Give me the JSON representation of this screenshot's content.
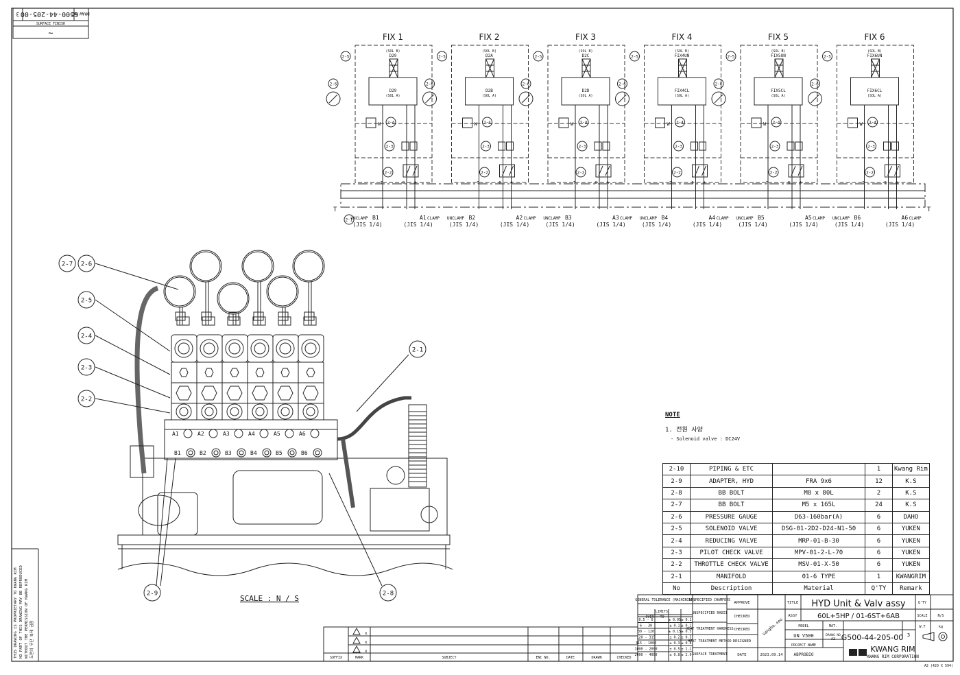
{
  "top_box": {
    "drawing_no": "G500-44-205-00",
    "rev": "3",
    "label": "DRAW NO",
    "surface_finish": "SURFACE FINISH",
    "finish_symbol": "∼"
  },
  "fixtures": [
    {
      "label": "FIX 1",
      "sol_b": "D29",
      "sol_a": "D29",
      "unclamp": "UNCLAMP",
      "unclamp_port": "B1",
      "clamp_port": "A1",
      "clamp": "CLAMP",
      "jis": "(JIS 1/4)"
    },
    {
      "label": "FIX 2",
      "sol_b": "D2A",
      "sol_a": "D2B",
      "unclamp": "UNCLAMP",
      "unclamp_port": "B2",
      "clamp_port": "A2",
      "clamp": "CLAMP",
      "jis": "(JIS 1/4)"
    },
    {
      "label": "FIX 3",
      "sol_b": "D2C",
      "sol_a": "D2D",
      "unclamp": "UNCLAMP",
      "unclamp_port": "B3",
      "clamp_port": "A3",
      "clamp": "CLAMP",
      "jis": "(JIS 1/4)"
    },
    {
      "label": "FIX 4",
      "sol_b": "FIX4UN",
      "sol_a": "FIX4CL",
      "unclamp": "UNCLAMP",
      "unclamp_port": "B4",
      "clamp_port": "A4",
      "clamp": "CLAMP",
      "jis": "(JIS 1/4)"
    },
    {
      "label": "FIX 5",
      "sol_b": "FIX5UN",
      "sol_a": "FIX5CL",
      "unclamp": "UNCLAMP",
      "unclamp_port": "B5",
      "clamp_port": "A5",
      "clamp": "CLAMP",
      "jis": "(JIS 1/4)"
    },
    {
      "label": "FIX 6",
      "sol_b": "FIX6UN",
      "sol_a": "FIX6CL",
      "unclamp": "UNCLAMP",
      "unclamp_port": "B6",
      "clamp_port": "A6",
      "clamp": "CLAMP",
      "jis": "(JIS 1/4)"
    }
  ],
  "schematic_labels": {
    "sol_b_prefix": "(SOL B)",
    "sol_a_suffix": "(SOL A)",
    "tank": "T",
    "manifold_tag": "2-1",
    "tags": [
      "2-5",
      "2-6",
      "2-4",
      "2-3",
      "2-2"
    ]
  },
  "assembly_callouts": [
    "2-7",
    "2-6",
    "2-5",
    "2-4",
    "2-3",
    "2-2",
    "2-1",
    "2-9",
    "2-8"
  ],
  "port_labels_a": [
    "A1",
    "A2",
    "A3",
    "A4",
    "A5",
    "A6"
  ],
  "port_labels_b": [
    "B1",
    "B2",
    "B3",
    "B4",
    "B5",
    "B6"
  ],
  "scale_label": "SCALE : N / S",
  "note": {
    "title": "NOTE",
    "line1": "1. 전원 사양",
    "line2": "- Solenoid valve : DC24V"
  },
  "bom": [
    {
      "no": "2-10",
      "desc": "PIPING & ETC",
      "mat": "",
      "qty": "1",
      "remark": "Kwang Rim"
    },
    {
      "no": "2-9",
      "desc": "ADAPTER, HYD",
      "mat": "FRA 9x6",
      "qty": "12",
      "remark": "K.S"
    },
    {
      "no": "2-8",
      "desc": "BB BOLT",
      "mat": "M8 x 80L",
      "qty": "2",
      "remark": "K.S"
    },
    {
      "no": "2-7",
      "desc": "BB BOLT",
      "mat": "M5 x 165L",
      "qty": "24",
      "remark": "K.S"
    },
    {
      "no": "2-6",
      "desc": "PRESSURE GAUGE",
      "mat": "D63-160bar(A)",
      "qty": "6",
      "remark": "DAHO"
    },
    {
      "no": "2-5",
      "desc": "SOLENOID VALVE",
      "mat": "DSG-01-2D2-D24-N1-50",
      "qty": "6",
      "remark": "YUKEN"
    },
    {
      "no": "2-4",
      "desc": "REDUCING VALVE",
      "mat": "MRP-01-B-30",
      "qty": "6",
      "remark": "YUKEN"
    },
    {
      "no": "2-3",
      "desc": "PILOT CHECK VALVE",
      "mat": "MPV-01-2-L-70",
      "qty": "6",
      "remark": "YUKEN"
    },
    {
      "no": "2-2",
      "desc": "THROTTLE CHECK VALVE",
      "mat": "MSV-01-X-50",
      "qty": "6",
      "remark": "YUKEN"
    },
    {
      "no": "2-1",
      "desc": "MANIFOLD",
      "mat": "01-6 TYPE",
      "qty": "1",
      "remark": "KWANGRIM"
    }
  ],
  "bom_header": {
    "no": "No",
    "desc": "Description",
    "mat": "Material",
    "qty": "Q'TY",
    "remark": "Remark"
  },
  "title_block": {
    "general_tol": "GENERAL TOLERANCE (MACHINING)",
    "unspec_chamfers": "UNSPECIFIED CHAMFERS",
    "unspec_radii": "UNSPECIFIED RADII",
    "heat_hardness": "HEAT TREATMENT HARDNESS",
    "heat_method": "HEAT TREATMENT METHOD",
    "surface_treatment": "SURFACE TREATMENT",
    "approve": "APPROVE",
    "checked": "CHECKED",
    "designed": "DESIGNED",
    "date_label": "DATE",
    "date": "2023.09.14",
    "title_label": "TITLE",
    "title": "HYD Unit & Valv assy",
    "assy_label": "ASSY",
    "assy": "60L+5HP / 01-6ST+6AB",
    "model_label": "MODEL",
    "model": "UN V500",
    "mat_label": "MAT.",
    "project_label": "PROJECT NAME",
    "project": "ABPROBIO",
    "drawing_no_label": "DRAWG NO",
    "drawing_size": "A2",
    "drawing_no": "G500-44-205-00",
    "rev": "3",
    "qty_label": "Q'TY",
    "scale_label": "SCALE",
    "scale": "N/S",
    "wt_label": "W.T",
    "wt_unit": "kg",
    "company": "KWANG RIM",
    "company_sub": "KWANG RIM CORPORATION",
    "signature": "sangho.seo",
    "sheet_size": "A2 (420 X 594)",
    "limits": "LIMITS",
    "over_to": "OVER - TO",
    "rows": [
      [
        "0.5 - 6",
        "± 0.05",
        "± 0.1"
      ],
      [
        "6 - 30",
        "± 0.1",
        "± 0.2"
      ],
      [
        "30 - 120",
        "± 0.15",
        "± 0.3"
      ],
      [
        "120 - 315",
        "± 0.2",
        "± 0.5"
      ],
      [
        "315 - 1000",
        "± 0.3",
        "± 0.8"
      ],
      [
        "1000 - 2000",
        "± 0.5",
        "± 1.2"
      ],
      [
        "2000 - 4000",
        "± 0.8",
        "± 2.0"
      ]
    ]
  },
  "revision_block": {
    "suffix": "SUFFIX",
    "mark": "MARK",
    "subject": "SUBJECT",
    "ecn": "ENC NO.",
    "date": "DATE",
    "drawn": "DRAWN",
    "checked": "CHECKED",
    "marks": [
      "x",
      "x",
      "x"
    ]
  },
  "side_note": [
    "THIS DRAWING IS PROPRIETARY TO KWANG RIM",
    "NO PART OF THIS DRAWING MAY BE REPRODUCED",
    "WITHOUT THE PERMISSION OF KWANG RIM",
    "도면의 무단 복제 금함"
  ]
}
